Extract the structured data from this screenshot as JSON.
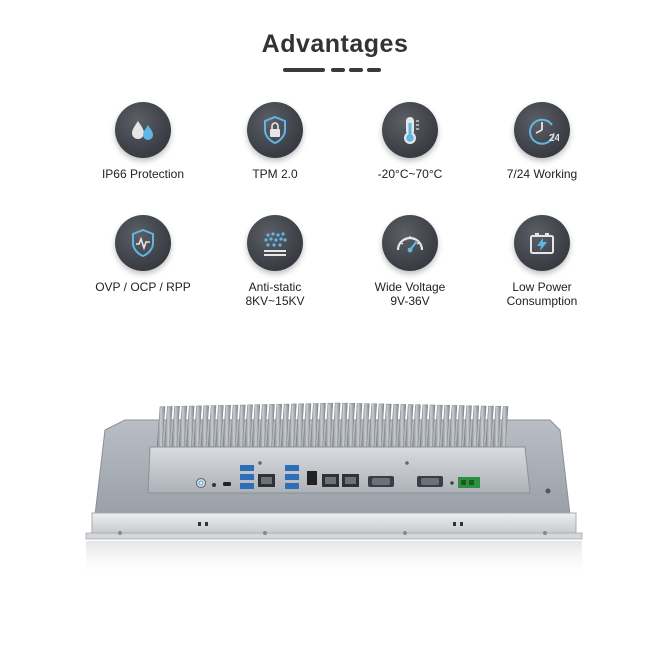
{
  "title": "Advantages",
  "features": [
    {
      "label": "IP66 Protection",
      "icon": "water-drops-icon"
    },
    {
      "label": "TPM 2.0",
      "icon": "security-lock-shield-icon"
    },
    {
      "label": "-20°C~70°C",
      "icon": "thermometer-icon"
    },
    {
      "label": "7/24 Working",
      "icon": "clock-24-icon"
    },
    {
      "label": "OVP / OCP / RPP",
      "icon": "protection-shield-icon"
    },
    {
      "label": "Anti-static\n8KV~15KV",
      "icon": "static-dots-icon"
    },
    {
      "label": "Wide Voltage\n9V-36V",
      "icon": "gauge-icon"
    },
    {
      "label": "Low Power\nConsumption",
      "icon": "battery-icon"
    }
  ],
  "colors": {
    "icon_bg": "#3b3f45",
    "icon_accent": "#5fb7e6",
    "text": "#222222"
  }
}
